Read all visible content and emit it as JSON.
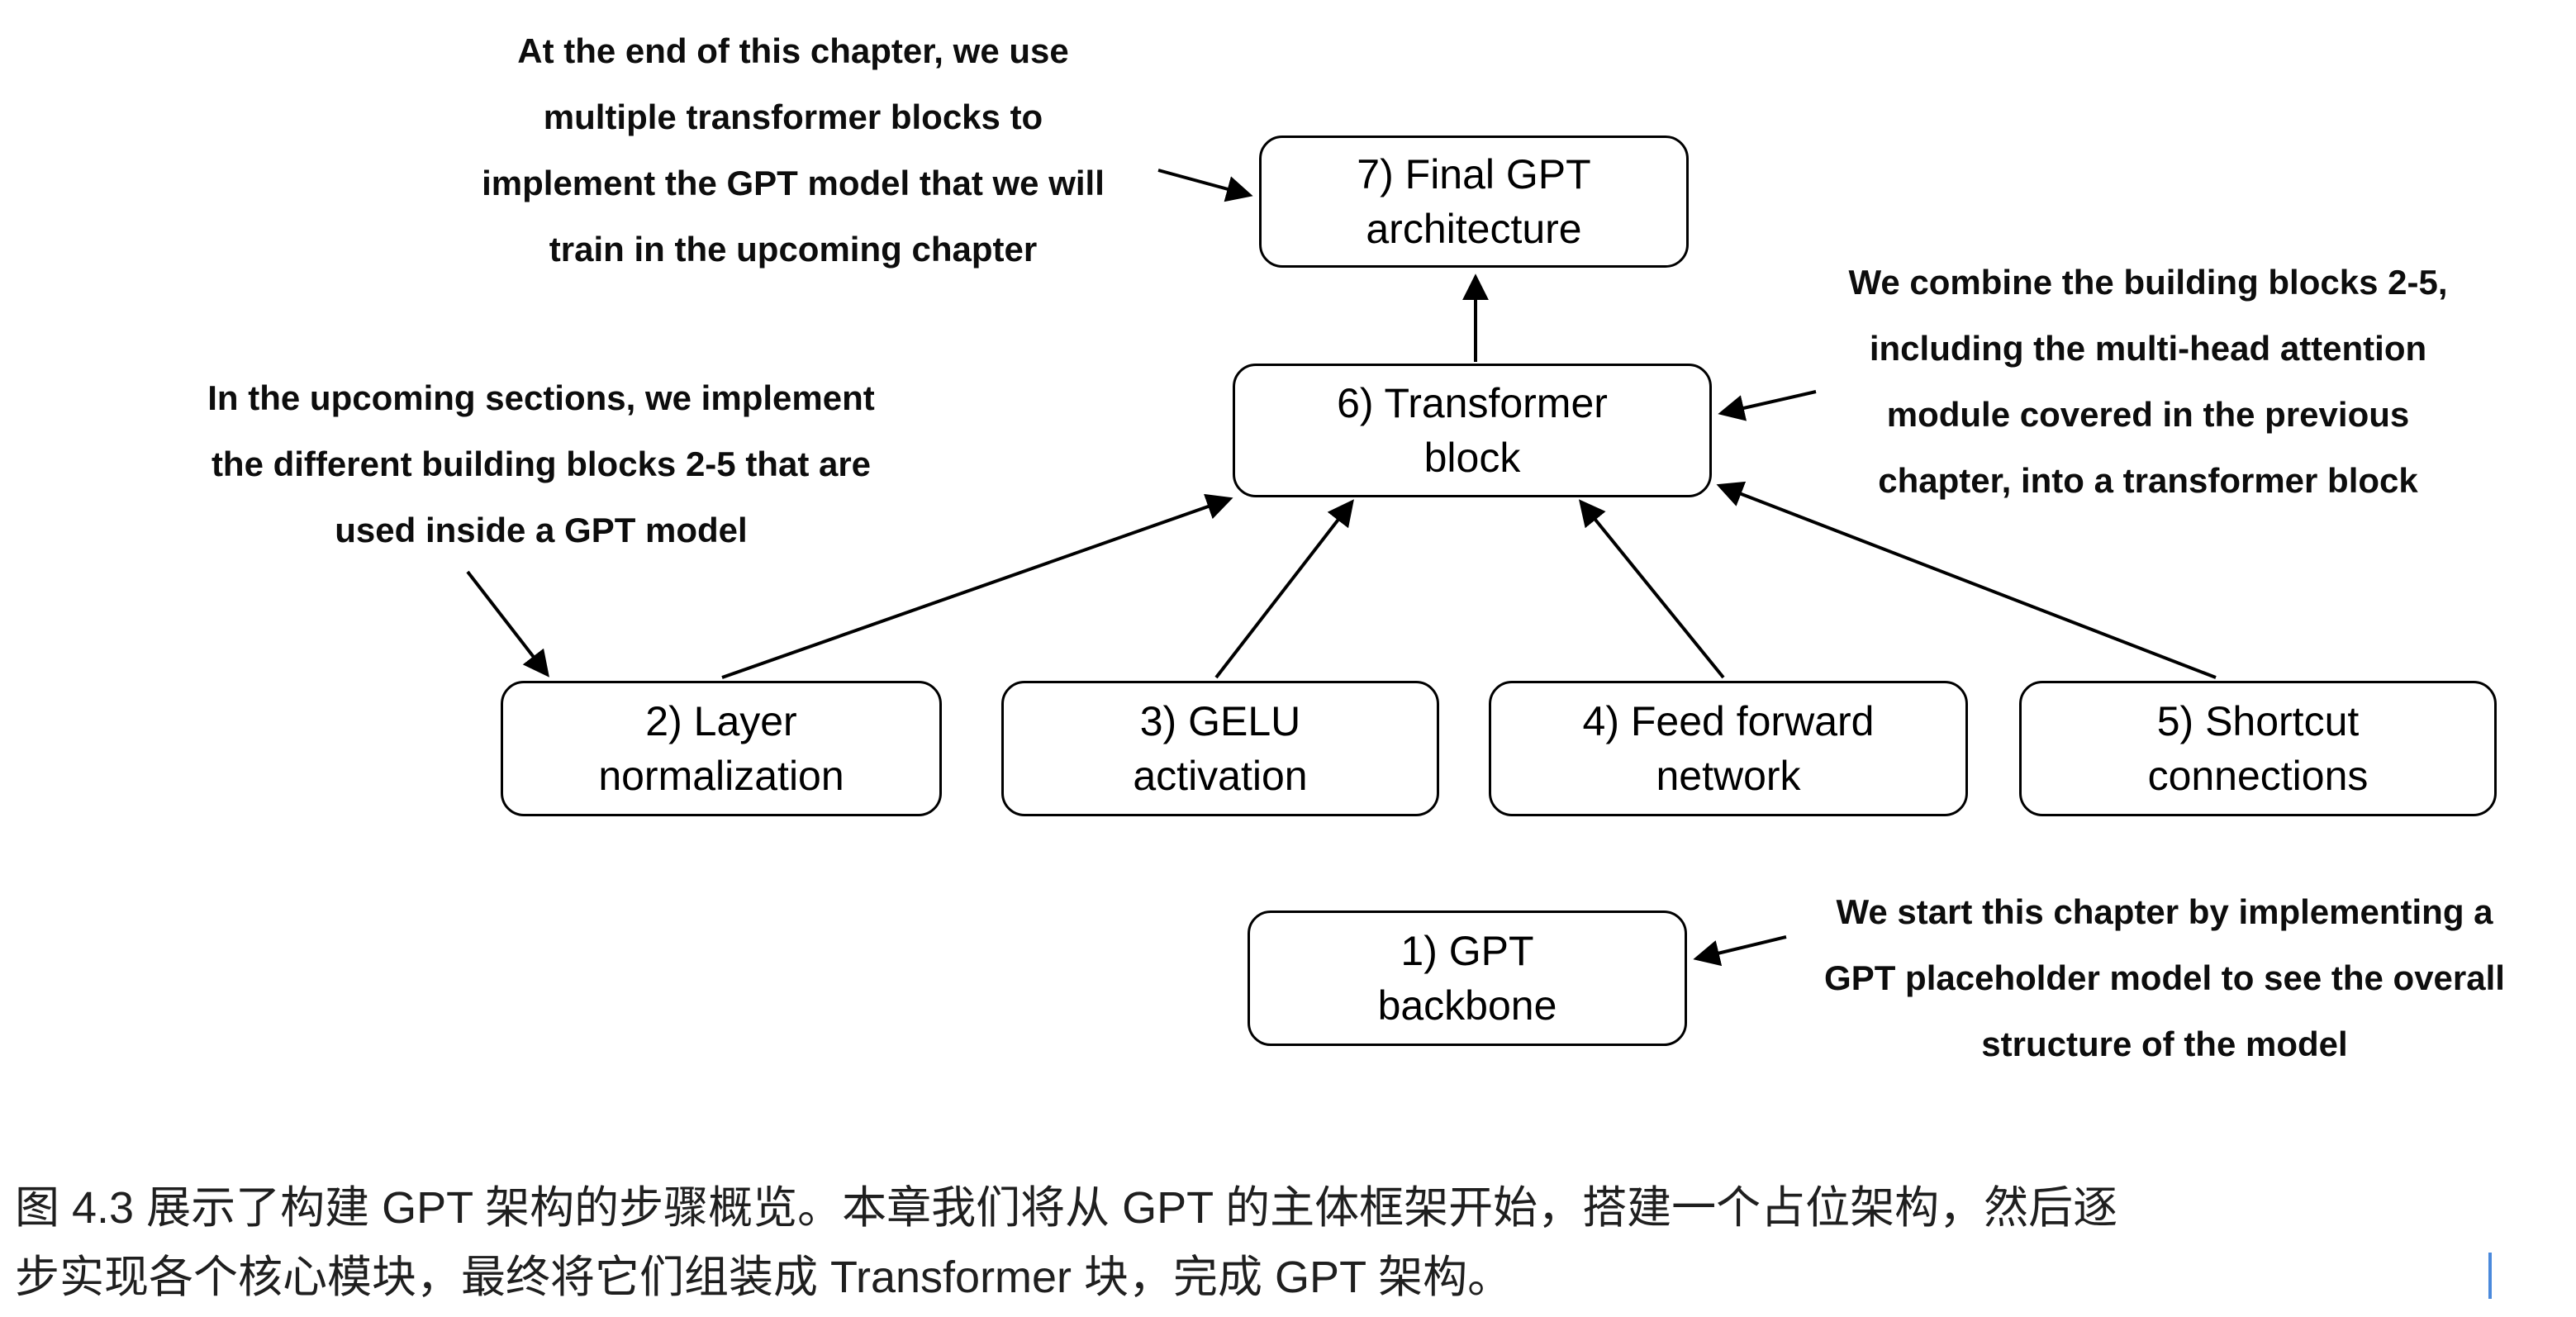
{
  "figure": {
    "boxes": {
      "final_gpt": {
        "lines": [
          "7) Final GPT",
          "architecture"
        ]
      },
      "transformer": {
        "lines": [
          "6) Transformer",
          "block"
        ]
      },
      "layer_norm": {
        "lines": [
          "2) Layer",
          "normalization"
        ]
      },
      "gelu": {
        "lines": [
          "3) GELU",
          "activation"
        ]
      },
      "feed_forward": {
        "lines": [
          "4) Feed forward",
          "network"
        ]
      },
      "shortcut": {
        "lines": [
          "5) Shortcut",
          "connections"
        ]
      },
      "gpt_backbone": {
        "lines": [
          "1) GPT",
          "backbone"
        ]
      }
    },
    "annotations": {
      "top_left": {
        "lines": [
          "At the end of this chapter, we use",
          "multiple transformer blocks to",
          "implement the GPT model that we will",
          "train in the upcoming chapter"
        ]
      },
      "left": {
        "lines": [
          "In the upcoming sections, we implement",
          "the different building blocks 2-5 that are",
          "used inside a GPT model"
        ]
      },
      "right": {
        "lines": [
          "We combine the building blocks 2-5,",
          "including the multi-head attention",
          "module covered in the previous",
          "chapter, into a transformer block"
        ]
      },
      "bottom_right": {
        "lines": [
          "We start this chapter by implementing a",
          "GPT placeholder model to see the overall",
          "structure of the model"
        ]
      }
    }
  },
  "caption": {
    "lines": [
      "图 4.3 展示了构建 GPT 架构的步骤概览。本章我们将从 GPT 的主体框架开始，搭建一个占位架构，然后逐",
      "步实现各个核心模块，最终将它们组装成 Transformer 块，完成 GPT 架构。"
    ]
  },
  "colors": {
    "line": "#000000",
    "box_border": "#000000",
    "annotation_text": "#0d0d0d",
    "caption_text": "#1f1f1f",
    "cursor_blue": "#4a89dc"
  }
}
